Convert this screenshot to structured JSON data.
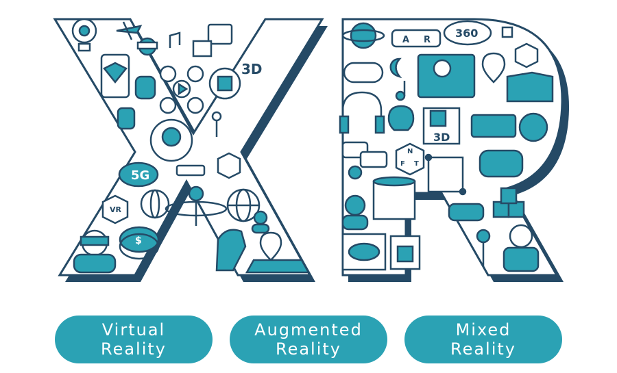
{
  "colors": {
    "teal": "#2ba2b4",
    "navy": "#254a66",
    "white": "#ffffff"
  },
  "letters": [
    "X",
    "R"
  ],
  "icons": {
    "lightbulb": "lightbulb-gear-icon",
    "airplane": "airplane-icon",
    "ar_glasses": "ar-glasses-icon",
    "deg360": "360-degree-icon"
  },
  "art_labels": {
    "g5": "5G",
    "vr": "VR",
    "d3_left": "3D",
    "d3_right": "3D",
    "ar_a": "A",
    "ar_r": "R",
    "deg360": "360",
    "nft_n": "N",
    "nft_f": "F",
    "nft_t": "T",
    "coin": "$"
  },
  "buttons": [
    {
      "line1": "Virtual",
      "line2": "Reality"
    },
    {
      "line1": "Augmented",
      "line2": "Reality"
    },
    {
      "line1": "Mixed",
      "line2": "Reality"
    }
  ]
}
